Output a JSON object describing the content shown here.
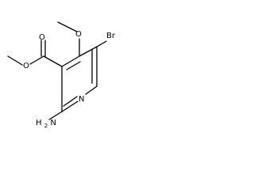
{
  "molecule": {
    "atoms": {
      "bromine": "Br",
      "ring_nitrogen": "N",
      "amine": {
        "symbol": "H",
        "subscript": "2",
        "tail": "N"
      },
      "ester_carbonyl_oxygen": "O",
      "ester_ether_oxygen": "O",
      "methoxy_oxygen": "O"
    }
  },
  "colors": {
    "bond": "#000000",
    "label": "#000000",
    "background": "#ffffff"
  }
}
